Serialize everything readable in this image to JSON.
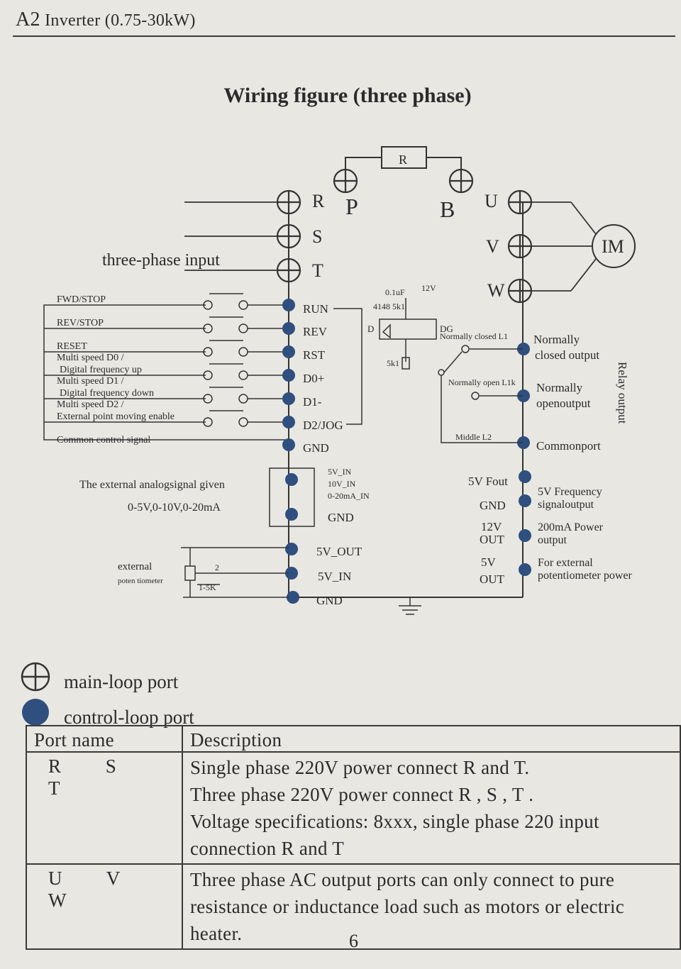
{
  "header": {
    "model": "A2",
    "subtitle": "Inverter (0.75-30kW)"
  },
  "figure": {
    "title": "Wiring figure (three phase)",
    "resistor": "R",
    "terminals_main": {
      "r": "R",
      "s": "S",
      "t": "T",
      "p": "P",
      "b": "B",
      "u": "U",
      "v": "V",
      "w": "W"
    },
    "motor": "IM",
    "input_label": "three-phase input",
    "switch_labels": [
      "FWD/STOP",
      "REV/STOP",
      "RESET",
      "Multi speed D0 /",
      "Digital frequency up",
      "Multi speed D1 /",
      "Digital frequency down",
      "Multi speed D2 /",
      "External point moving enable",
      "Common control signal"
    ],
    "control_terminals": [
      "RUN",
      "REV",
      "RST",
      "D0+",
      "D1-",
      "D2/JOG",
      "GND"
    ],
    "circuit_labels": {
      "cap": "0.1uF",
      "opto": "4148 5k1",
      "v12": "12V",
      "d": "D",
      "dg": "DG",
      "r5k": "5k1"
    },
    "relay": {
      "nc_contact": "Normally closed L1",
      "no_contact": "Normally open L1k",
      "middle": "Middle L2",
      "nc_output": [
        "Normally",
        "closed output"
      ],
      "no_output": [
        "Normally",
        "openoutput"
      ],
      "common": "Commonport",
      "side_label": "Relay output"
    },
    "analog": {
      "desc": "The external analogsignal given",
      "range": "0-5V,0-10V,0-20mA",
      "inputs": [
        "5V_IN",
        "10V_IN",
        "0-20mA_IN"
      ],
      "gnd": "GND"
    },
    "pot": {
      "label1": "external",
      "label2": "poten tiometer",
      "pin": "2",
      "range": "1-5K",
      "terminals": [
        "5V_OUT",
        "5V_IN",
        "GND"
      ]
    },
    "right_terminals": [
      {
        "term": "5V Fout",
        "desc": [
          "5V Frequency",
          "signaloutput"
        ]
      },
      {
        "term": "GND",
        "desc": []
      },
      {
        "term": [
          "12V",
          "OUT"
        ],
        "desc": [
          "200mA Power",
          "output"
        ]
      },
      {
        "term": [
          "5V",
          "OUT"
        ],
        "desc": [
          "For external",
          "potentiometer power"
        ]
      }
    ]
  },
  "legend": {
    "main": "main-loop port",
    "control": "control-loop port"
  },
  "table": {
    "headers": [
      "Port name",
      "Description"
    ],
    "rows": [
      {
        "port": "R S T",
        "lines": [
          "Single phase 220V power connect R and T.",
          "Three phase 220V power connect   R , S , T .",
          "Voltage specifications: 8xxx, single phase 220 input",
          "connection R and T"
        ]
      },
      {
        "port": "U V W",
        "lines": [
          "Three phase AC output ports can only connect to pure",
          "resistance or inductance load such as motors or electric",
          "heater."
        ]
      }
    ]
  },
  "page_number": "6",
  "colors": {
    "ink": "#2b2b2b",
    "port_fill": "#2f4f7f",
    "paper": "#e9e7e2"
  }
}
